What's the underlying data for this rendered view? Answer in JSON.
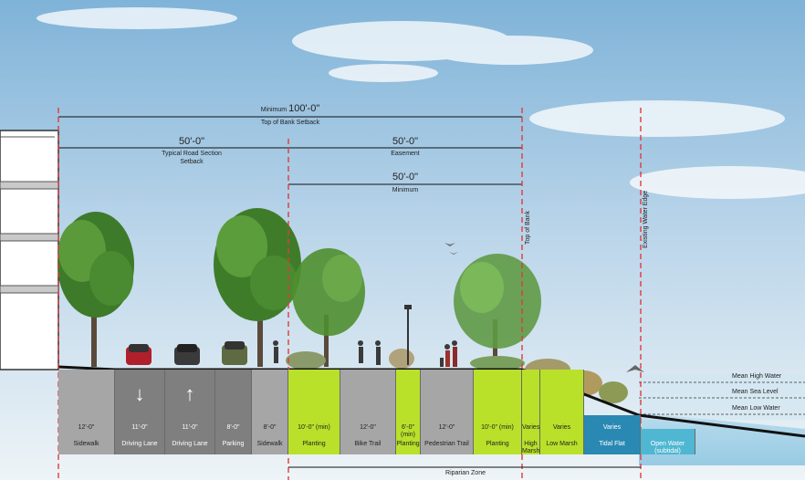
{
  "dimensions": {
    "top_min_prefix": "Minimum",
    "top_min_value": "100'-0\"",
    "top_bank_setback": "Top of Bank Setback",
    "left_50": "50'-0\"",
    "typical_road_line1": "Typical Road Section",
    "typical_road_line2": "Setback",
    "easement_50": "50'-0\"",
    "easement": "Easement",
    "min_50": "50'-0\"",
    "minimum": "Minimum"
  },
  "vertical_labels": {
    "top_of_bank": "Top of Bank",
    "existing_water_edge": "Existing Water Edge"
  },
  "water_levels": {
    "mean_high": "Mean High Water",
    "mean_sea": "Mean Sea Level",
    "mean_low": "Mean Low Water"
  },
  "zones": [
    {
      "dim": "12'-0\"",
      "name": "Sidewalk",
      "style": "gray"
    },
    {
      "dim": "11'-0\"",
      "name": "Driving Lane",
      "style": "dark",
      "arrow": "down"
    },
    {
      "dim": "11'-0\"",
      "name": "Driving Lane",
      "style": "dark",
      "arrow": "up"
    },
    {
      "dim": "8'-0\"",
      "name": "Parking",
      "style": "dark"
    },
    {
      "dim": "8'-0\"",
      "name": "Sidewalk",
      "style": "gray"
    },
    {
      "dim": "10'-0\" (min)",
      "name": "Planting",
      "style": "lime"
    },
    {
      "dim": "12'-0\"",
      "name": "Bike Trail",
      "style": "gray"
    },
    {
      "dim": "6'-0\"\n(min)",
      "name": "Planting",
      "style": "lime"
    },
    {
      "dim": "12'-0\"",
      "name": "Pedestrian Trail",
      "style": "gray"
    },
    {
      "dim": "10'-0\" (min)",
      "name": "Planting",
      "style": "lime"
    },
    {
      "dim": "Varies",
      "name": "High Marsh",
      "style": "lime"
    },
    {
      "dim": "Varies",
      "name": "Low Marsh",
      "style": "lime"
    },
    {
      "dim": "Varies",
      "name": "Tidal Flat",
      "style": "water1"
    },
    {
      "dim": "",
      "name": "Open Water\n(subtidal)",
      "style": "water2"
    }
  ],
  "riparian_zone": "Riparian Zone",
  "colors": {
    "sky_top": "#7fb3d8",
    "sky_bottom": "#e4eef4",
    "lime": "#b9e12a",
    "road_gray": "#7f7f80",
    "walk_gray": "#a6a6a7",
    "dim_red": "#e23a3a",
    "water": "#2a89b3"
  }
}
